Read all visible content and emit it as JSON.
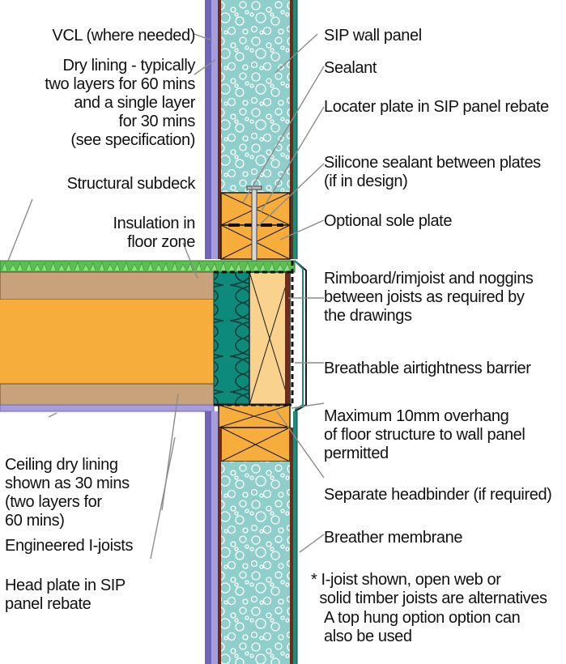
{
  "labels": {
    "vcl": "VCL (where needed)",
    "dry_lining": "Dry lining - typically\ntwo layers for 60 mins\nand a single layer\nfor 30 mins\n(see specification)",
    "structural_subdeck": "Structural subdeck",
    "insulation_floor": "Insulation in\nfloor zone",
    "ceiling_dry_lining": "Ceiling dry lining\nshown as 30 mins\n(two layers for\n60 mins)",
    "engineered_ijoists": "Engineered I-joists",
    "head_plate": "Head plate in SIP\npanel rebate",
    "sip_wall_panel": "SIP wall panel",
    "sealant": "Sealant",
    "locater_plate": "Locater plate in SIP panel rebate",
    "silicone_sealant": "Silicone sealant between plates\n(if in design)",
    "optional_sole_plate": "Optional sole plate",
    "rimboard": "Rimboard/rimjoist and noggins\nbetween joists as required by\nthe drawings",
    "breathable_barrier": "Breathable airtightness barrier",
    "max_overhang": "Maximum 10mm overhang\nof floor structure to wall panel\npermitted",
    "separate_headbinder": "Separate headbinder (if required)",
    "breather_membrane": "Breather membrane",
    "ijoist_note": "* I-joist shown, open web or\n  solid timber joists are alternatives",
    "top_hung_note": "A top hung option option can\nalso be used"
  },
  "colors": {
    "sip_insulation": "#8ecfcb",
    "orange_timber": "#f7ad3c",
    "tan_flange": "#c8a27a",
    "green_deck": "#5dbf52",
    "teal_insulation": "#0e8a7c",
    "board_purple": "#9a8fd0",
    "leader_gray": "#8c8c8c"
  }
}
